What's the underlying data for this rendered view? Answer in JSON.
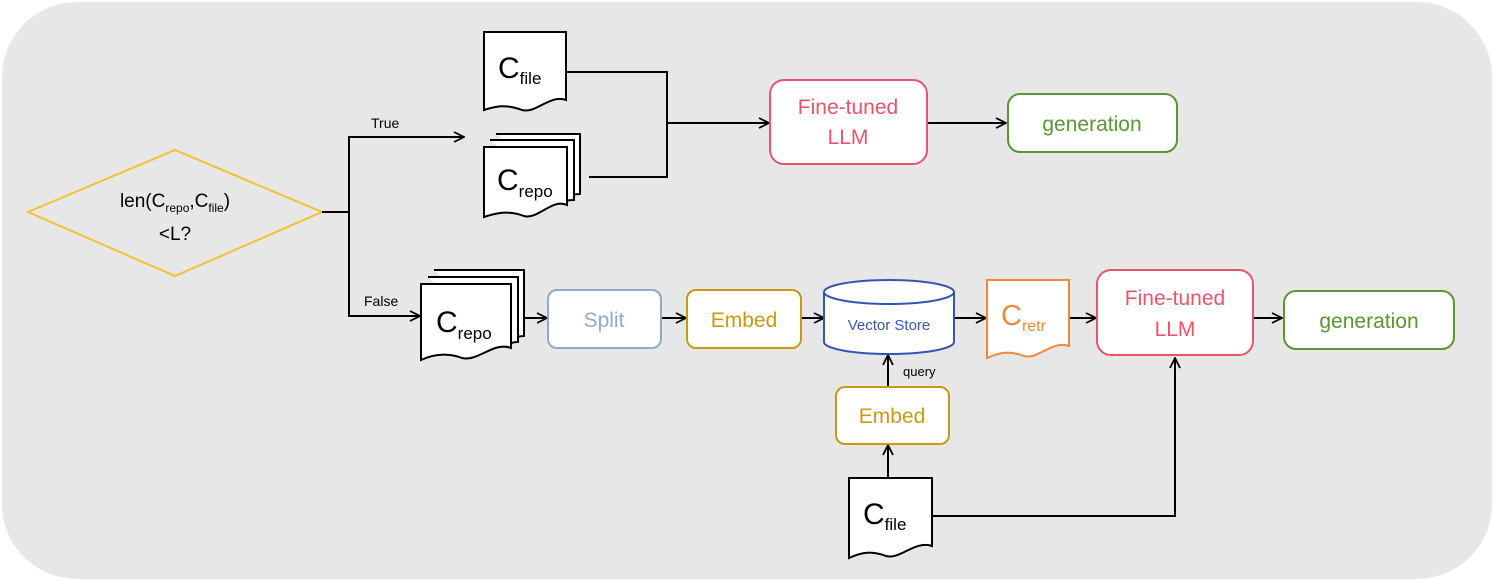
{
  "decision": {
    "prefix": "len(C",
    "sub_repo": "repo",
    "mid": ",C",
    "sub_file": "file",
    "suffix": ")",
    "line2": "<L?",
    "true_label": "True",
    "false_label": "False"
  },
  "top_branch": {
    "c_file": {
      "main": "C",
      "sub": "file"
    },
    "c_repo": {
      "main": "C",
      "sub": "repo"
    },
    "llm_line1": "Fine-tuned",
    "llm_line2": "LLM",
    "generation": "generation"
  },
  "bottom_branch": {
    "c_repo": {
      "main": "C",
      "sub": "repo"
    },
    "split": "Split",
    "embed": "Embed",
    "vector_store": "Vector Store",
    "c_retr": {
      "main": "C",
      "sub": "retr"
    },
    "llm_line1": "Fine-tuned",
    "llm_line2": "LLM",
    "generation": "generation",
    "query_label": "query",
    "embed_query": "Embed",
    "c_file": {
      "main": "C",
      "sub": "file"
    }
  },
  "colors": {
    "background": "#e7e7e7",
    "decision": "#f2c230",
    "llm": "#e8546a",
    "generation": "#5a9632",
    "split": "#94a9c4",
    "embed": "#c69a14",
    "vector_store": "#3356b0",
    "retr": "#f0883a",
    "line": "#000000"
  }
}
